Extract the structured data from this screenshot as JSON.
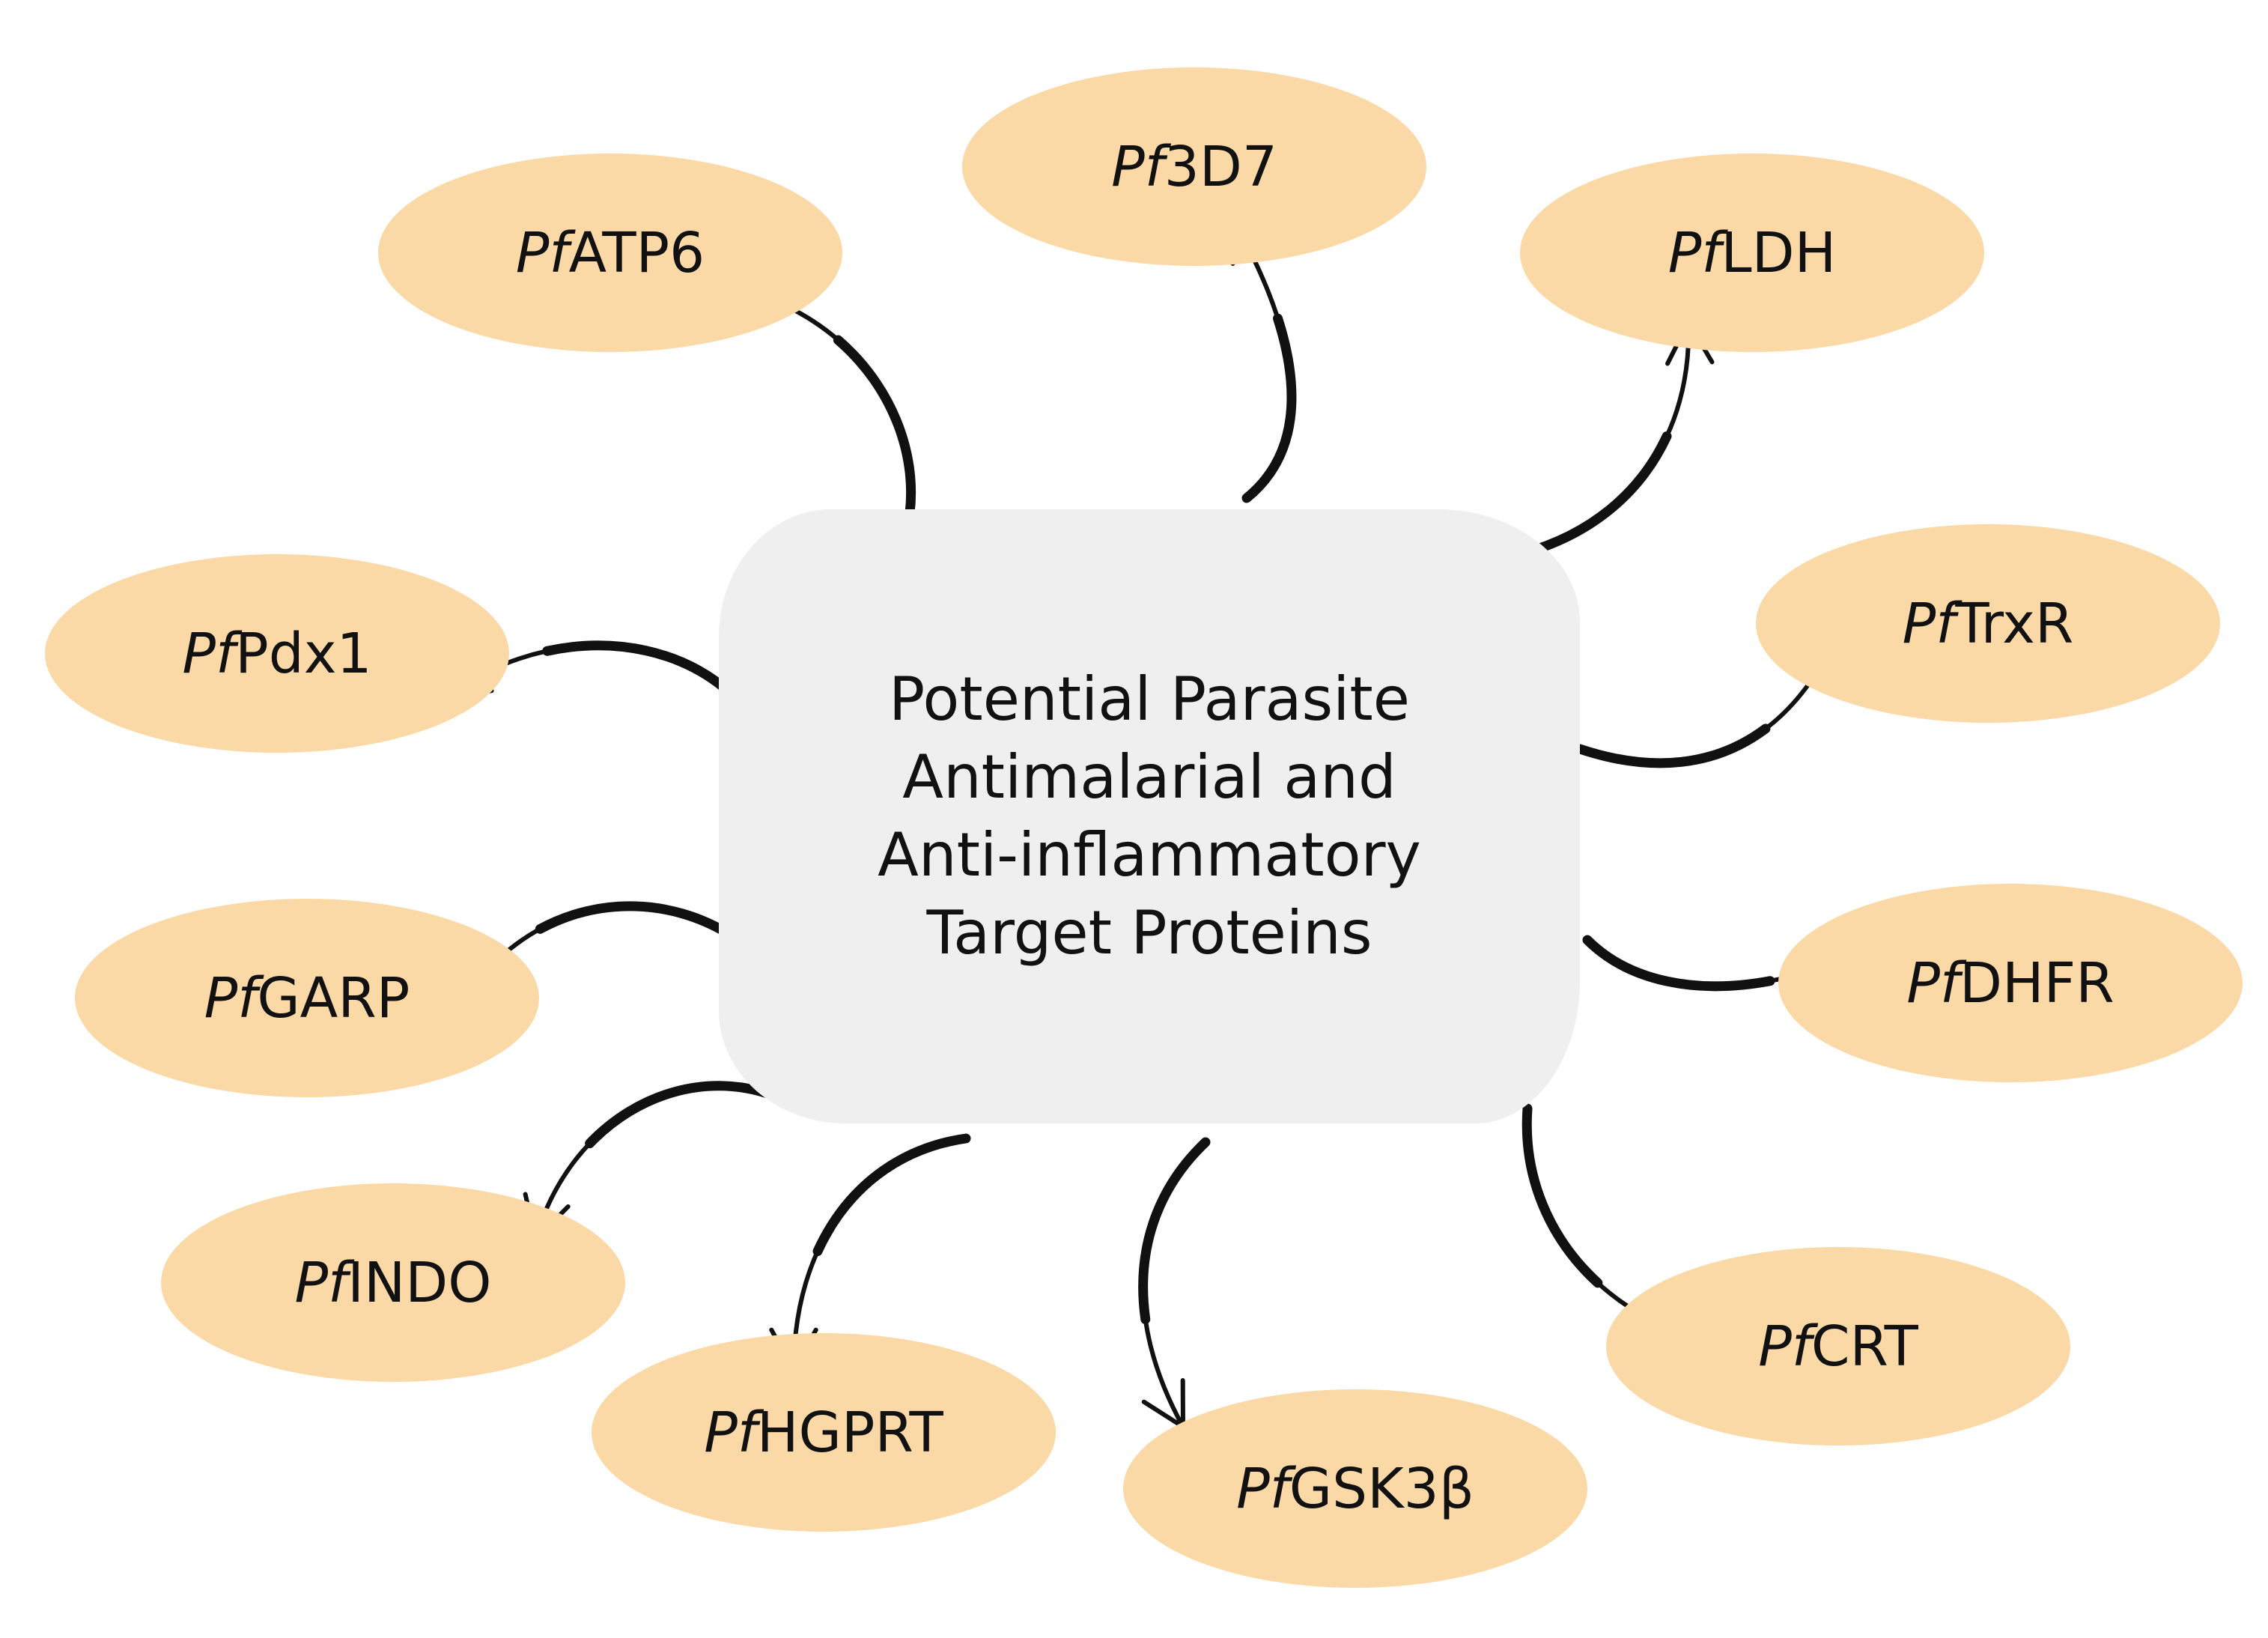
{
  "colors": {
    "node_fill": "#fbd9a6",
    "hub_fill": "#efefef",
    "arrow": "#111111",
    "text": "#111111"
  },
  "hub": {
    "lines": [
      "Potential Parasite",
      "Antimalarial and",
      "Anti-inflammatory",
      "Target Proteins"
    ]
  },
  "targets": [
    {
      "id": "pf3d7",
      "prefix": "Pf",
      "name": "3D7"
    },
    {
      "id": "pfldh",
      "prefix": "Pf",
      "name": "LDH"
    },
    {
      "id": "pftrxr",
      "prefix": "Pf",
      "name": "TrxR"
    },
    {
      "id": "pfdhfr",
      "prefix": "Pf",
      "name": "DHFR"
    },
    {
      "id": "pfcrt",
      "prefix": "Pf",
      "name": "CRT"
    },
    {
      "id": "pfgsk3b",
      "prefix": "Pf",
      "name": "GSK3β"
    },
    {
      "id": "pfhgprt",
      "prefix": "Pf",
      "name": "HGPRT"
    },
    {
      "id": "pfindo",
      "prefix": "Pf",
      "name": "INDO"
    },
    {
      "id": "pfgarp",
      "prefix": "Pf",
      "name": "GARP"
    },
    {
      "id": "pfpdx1",
      "prefix": "Pf",
      "name": "Pdx1"
    },
    {
      "id": "pfatp6",
      "prefix": "Pf",
      "name": "ATP6"
    }
  ]
}
